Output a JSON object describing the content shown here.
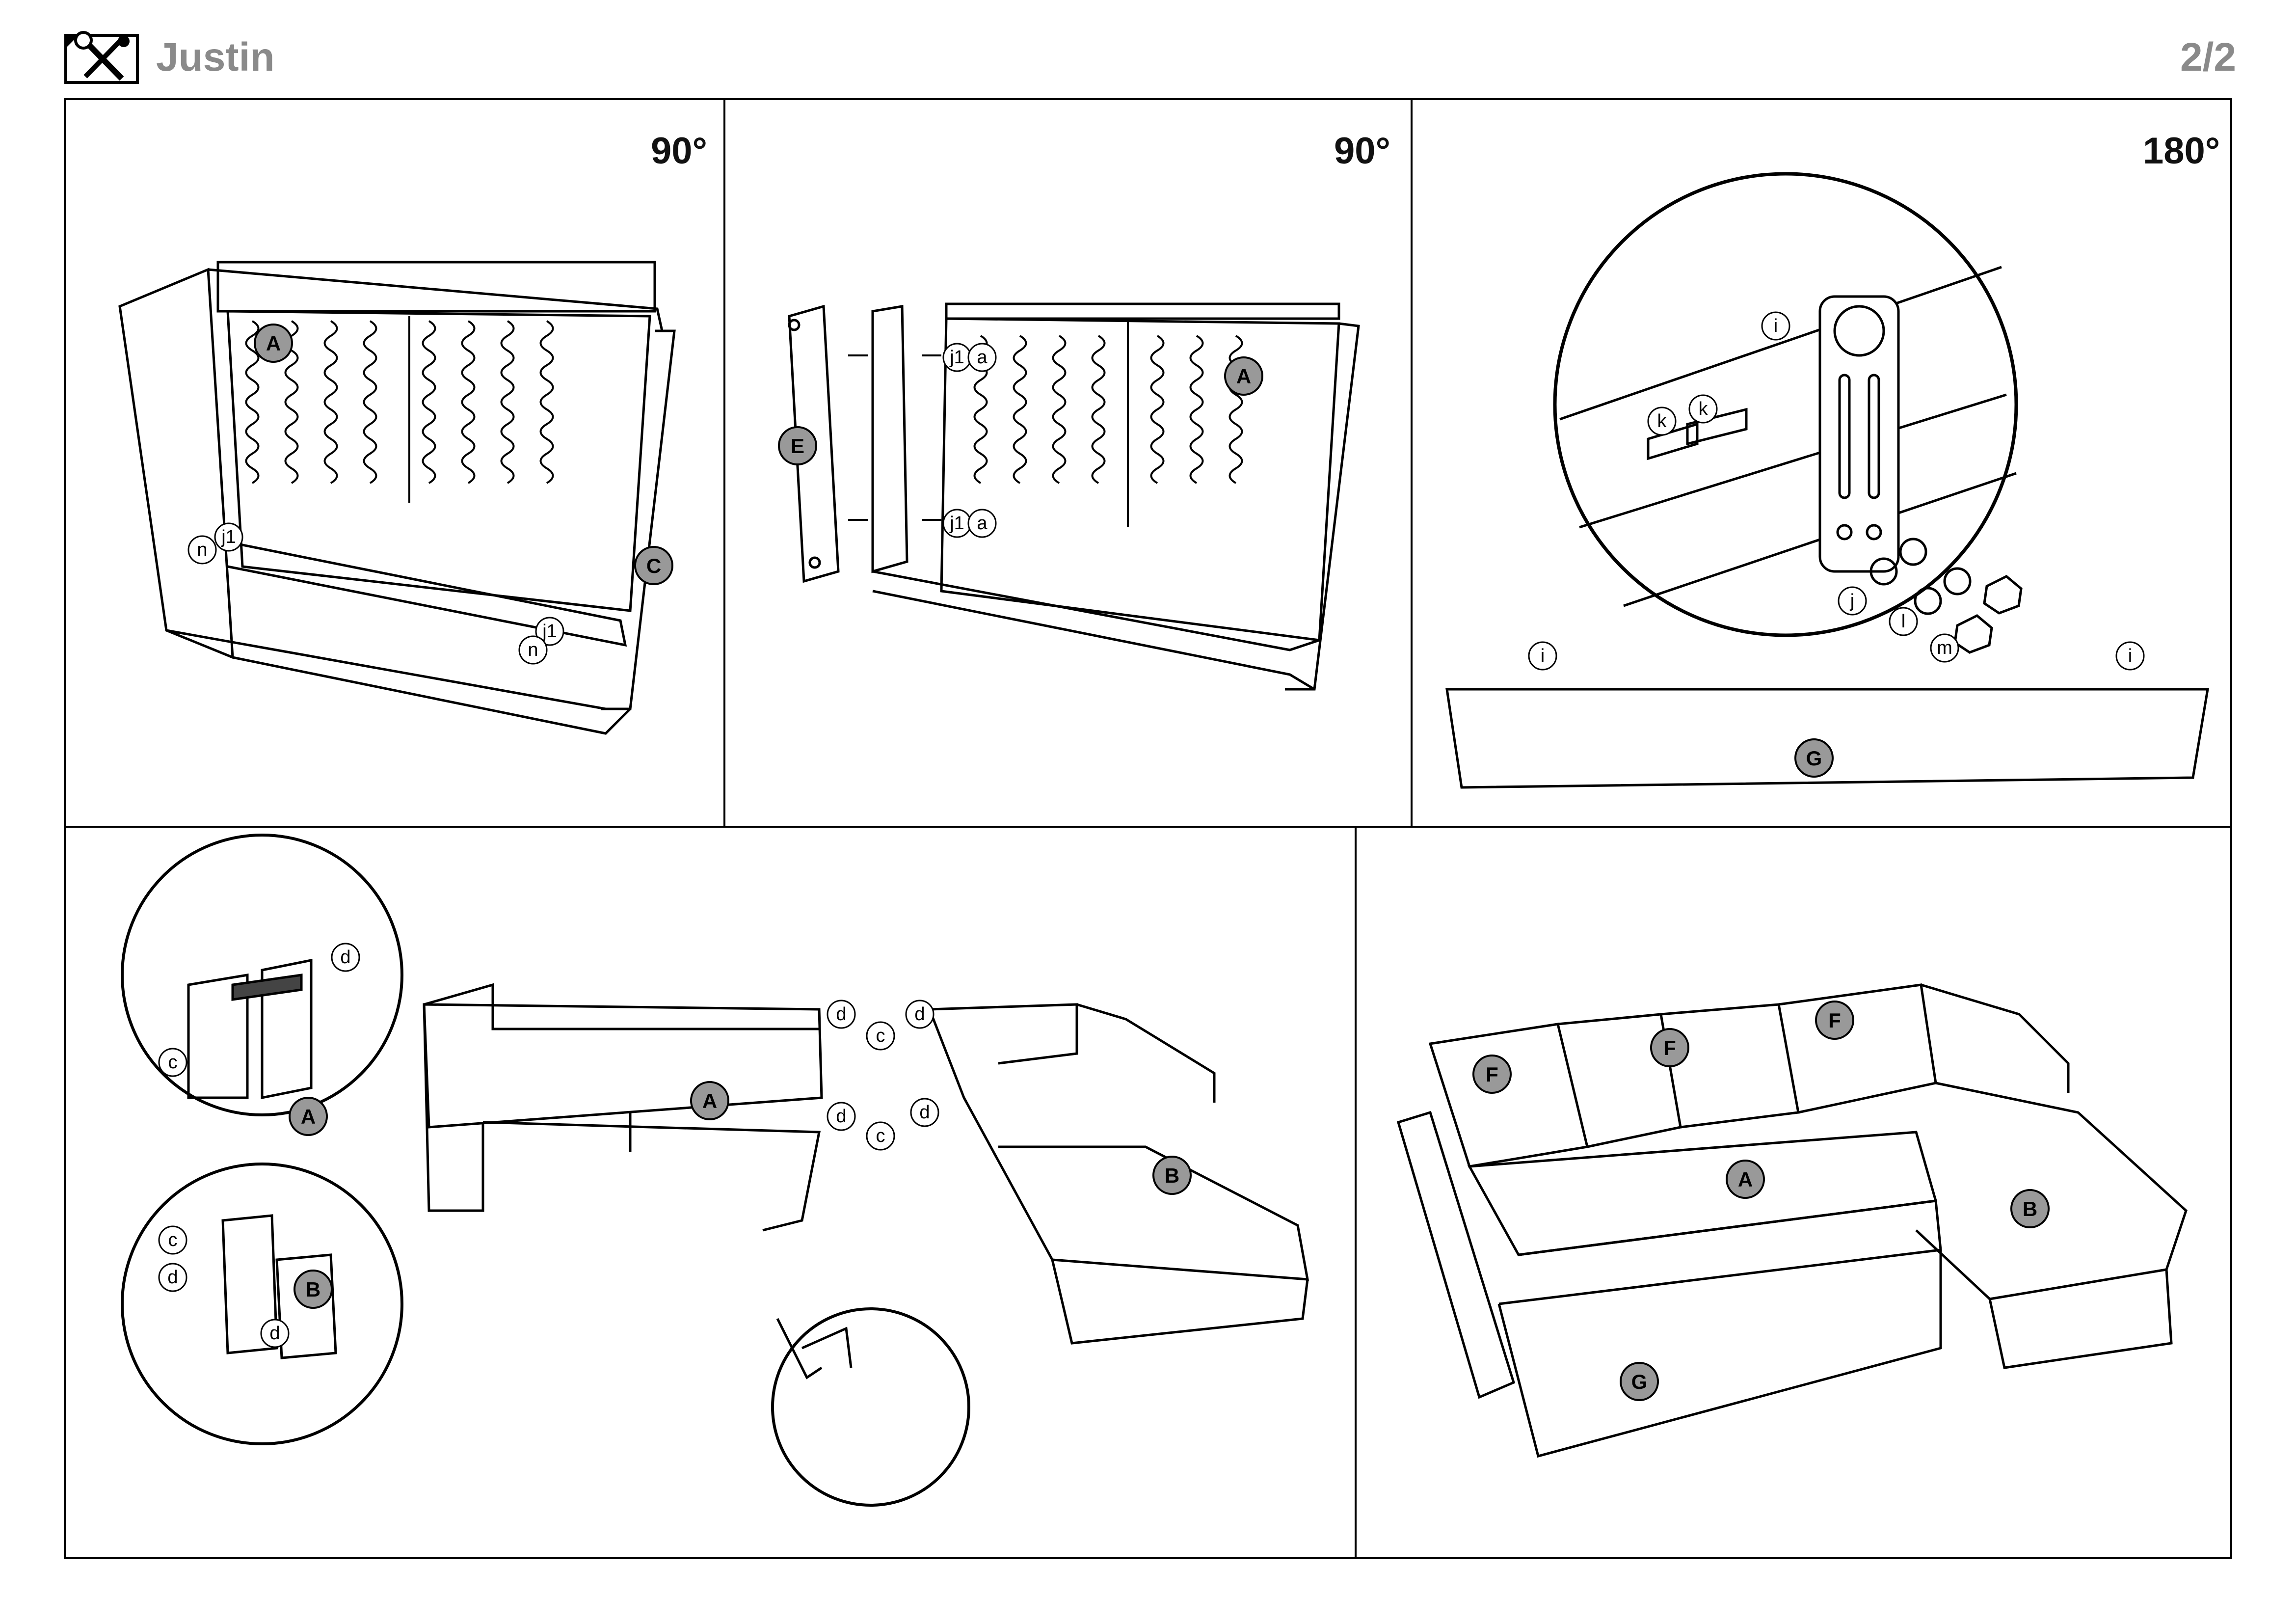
{
  "header": {
    "title": "Justin",
    "page": "2/2"
  },
  "panels": [
    {
      "rotation": "90°",
      "labels": [
        "A",
        "C",
        "j1",
        "j1",
        "n",
        "n"
      ]
    },
    {
      "rotation": "90°",
      "labels": [
        "A",
        "E",
        "j1",
        "a",
        "j1",
        "a"
      ]
    },
    {
      "rotation": "180°",
      "labels": [
        "i",
        "k",
        "k",
        "j",
        "l",
        "m",
        "i",
        "i",
        "G"
      ]
    },
    {
      "labels": [
        "d",
        "c",
        "A",
        "B",
        "c",
        "d",
        "d",
        "A",
        "B",
        "d",
        "d",
        "c",
        "d",
        "d",
        "c"
      ]
    },
    {
      "labels": [
        "F",
        "F",
        "F",
        "A",
        "B",
        "G"
      ]
    }
  ]
}
